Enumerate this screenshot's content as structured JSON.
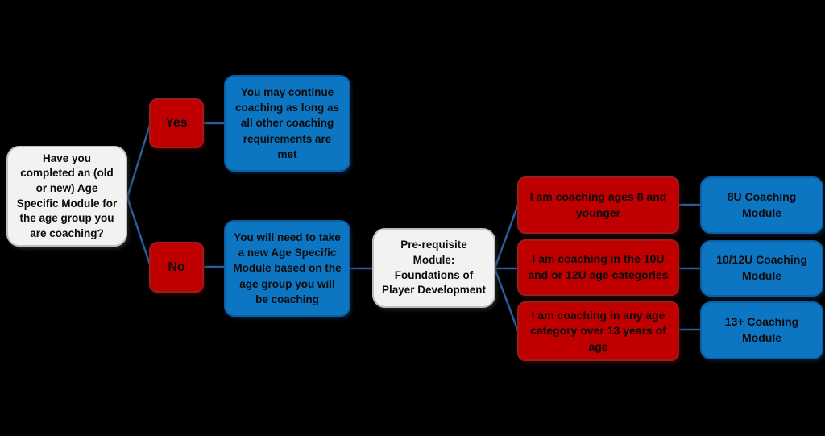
{
  "colors": {
    "background": "#000000",
    "decision_red": "#C00000",
    "decision_red_border": "#9C1C1C",
    "module_blue": "#0D76C3",
    "module_blue_border": "#0A5FA2",
    "neutral_white": "#F2F2F2",
    "connector_blue": "#2E5B9B",
    "text": "#0B0B0B"
  },
  "flow": {
    "question": "Have you completed an (old or new) Age Specific Module for the age group you are coaching?",
    "yes_branch": {
      "label": "Yes",
      "outcome": "You may continue coaching as long as all other coaching requirements are met"
    },
    "no_branch": {
      "label": "No",
      "outcome": "You will need to take a new Age Specific Module based on the age group you will be coaching"
    },
    "prerequisite": "Pre-requisite Module: Foundations of Player Development",
    "branches": [
      {
        "condition": "I am coaching ages 8 and younger",
        "module": "8U Coaching Module"
      },
      {
        "condition": "I am coaching in the 10U and or 12U age categories",
        "module": "10/12U Coaching Module"
      },
      {
        "condition": "I am coaching in any age category over 13 years of age",
        "module": "13+ Coaching Module"
      }
    ]
  }
}
